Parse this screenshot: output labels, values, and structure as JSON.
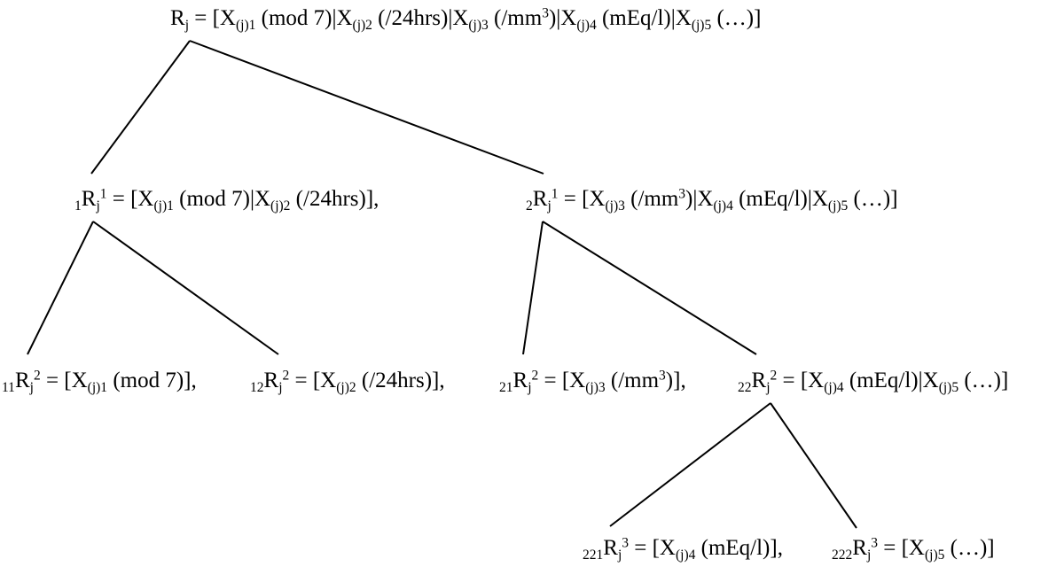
{
  "tree": {
    "root": {
      "parts": [
        {
          "t": "R"
        },
        {
          "sub": "j"
        },
        {
          "t": " = [X"
        },
        {
          "sub": "(j)1"
        },
        {
          "t": " (mod 7)|X"
        },
        {
          "sub": "(j)2"
        },
        {
          "t": " (/24hrs)|X"
        },
        {
          "sub": "(j)3"
        },
        {
          "t": " (/mm"
        },
        {
          "sup": "3"
        },
        {
          "t": ")|X"
        },
        {
          "sub": "(j)4"
        },
        {
          "t": " (mEq/l)|X"
        },
        {
          "sub": "(j)5"
        },
        {
          "t": " (…)]"
        }
      ]
    },
    "level1_left": {
      "parts": [
        {
          "sub": "1"
        },
        {
          "t": "R"
        },
        {
          "sub": "j"
        },
        {
          "sup": "1"
        },
        {
          "t": " = [X"
        },
        {
          "sub": "(j)1"
        },
        {
          "t": " (mod 7)|X"
        },
        {
          "sub": "(j)2"
        },
        {
          "t": " (/24hrs)],"
        }
      ]
    },
    "level1_right": {
      "parts": [
        {
          "sub": "2"
        },
        {
          "t": "R"
        },
        {
          "sub": "j"
        },
        {
          "sup": "1"
        },
        {
          "t": " = [X"
        },
        {
          "sub": "(j)3"
        },
        {
          "t": " (/mm"
        },
        {
          "sup": "3"
        },
        {
          "t": ")|X"
        },
        {
          "sub": "(j)4"
        },
        {
          "t": " (mEq/l)|X"
        },
        {
          "sub": "(j)5"
        },
        {
          "t": " (…)]"
        }
      ]
    },
    "node_11": {
      "parts": [
        {
          "sub": "11"
        },
        {
          "t": "R"
        },
        {
          "sub": "j"
        },
        {
          "sup": "2"
        },
        {
          "t": " = [X"
        },
        {
          "sub": "(j)1"
        },
        {
          "t": " (mod 7)],"
        }
      ]
    },
    "node_12": {
      "parts": [
        {
          "sub": "12"
        },
        {
          "t": "R"
        },
        {
          "sub": "j"
        },
        {
          "sup": "2"
        },
        {
          "t": " = [X"
        },
        {
          "sub": "(j)2"
        },
        {
          "t": " (/24hrs)],"
        }
      ]
    },
    "node_21": {
      "parts": [
        {
          "sub": "21"
        },
        {
          "t": "R"
        },
        {
          "sub": "j"
        },
        {
          "sup": "2"
        },
        {
          "t": " = [X"
        },
        {
          "sub": "(j)3"
        },
        {
          "t": " (/mm"
        },
        {
          "sup": "3"
        },
        {
          "t": ")],"
        }
      ]
    },
    "node_22": {
      "parts": [
        {
          "sub": "22"
        },
        {
          "t": "R"
        },
        {
          "sub": "j"
        },
        {
          "sup": "2"
        },
        {
          "t": " = [X"
        },
        {
          "sub": "(j)4"
        },
        {
          "t": " (mEq/l)|X"
        },
        {
          "sub": "(j)5"
        },
        {
          "t": " (…)]"
        }
      ]
    },
    "node_221": {
      "parts": [
        {
          "sub": "221"
        },
        {
          "t": "R"
        },
        {
          "sub": "j"
        },
        {
          "sup": "3"
        },
        {
          "t": " = [X"
        },
        {
          "sub": "(j)4"
        },
        {
          "t": " (mEq/l)],"
        }
      ]
    },
    "node_222": {
      "parts": [
        {
          "sub": "222"
        },
        {
          "t": "R"
        },
        {
          "sub": "j"
        },
        {
          "sup": "3"
        },
        {
          "t": " = [X"
        },
        {
          "sub": "(j)5"
        },
        {
          "t": " (…)]"
        }
      ]
    }
  }
}
